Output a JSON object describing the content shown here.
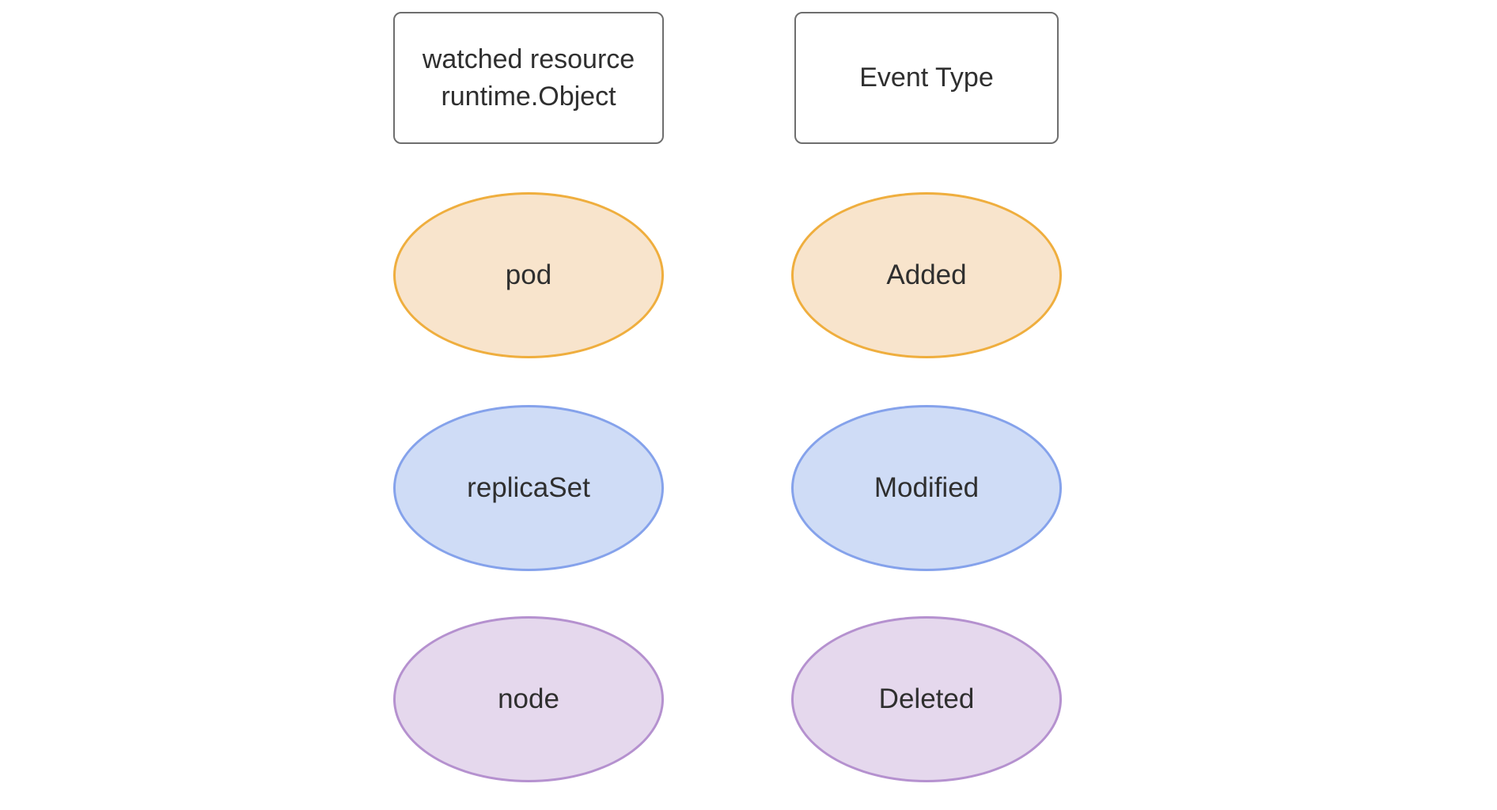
{
  "diagram": {
    "text_color": "#2f2f2f",
    "header_border_color": "#6e6e6e",
    "columns": [
      {
        "header": {
          "lines": [
            "watched resource",
            "runtime.Object"
          ]
        },
        "nodes": [
          {
            "label": "pod",
            "fill": "#f8e4cc",
            "border": "#efae3e"
          },
          {
            "label": "replicaSet",
            "fill": "#cfdcf6",
            "border": "#85a2eb"
          },
          {
            "label": "node",
            "fill": "#e5d8ed",
            "border": "#b591cf"
          }
        ]
      },
      {
        "header": {
          "lines": [
            "Event Type"
          ]
        },
        "nodes": [
          {
            "label": "Added",
            "fill": "#f8e4cc",
            "border": "#efae3e"
          },
          {
            "label": "Modified",
            "fill": "#cfdcf6",
            "border": "#85a2eb"
          },
          {
            "label": "Deleted",
            "fill": "#e5d8ed",
            "border": "#b591cf"
          }
        ]
      }
    ]
  }
}
